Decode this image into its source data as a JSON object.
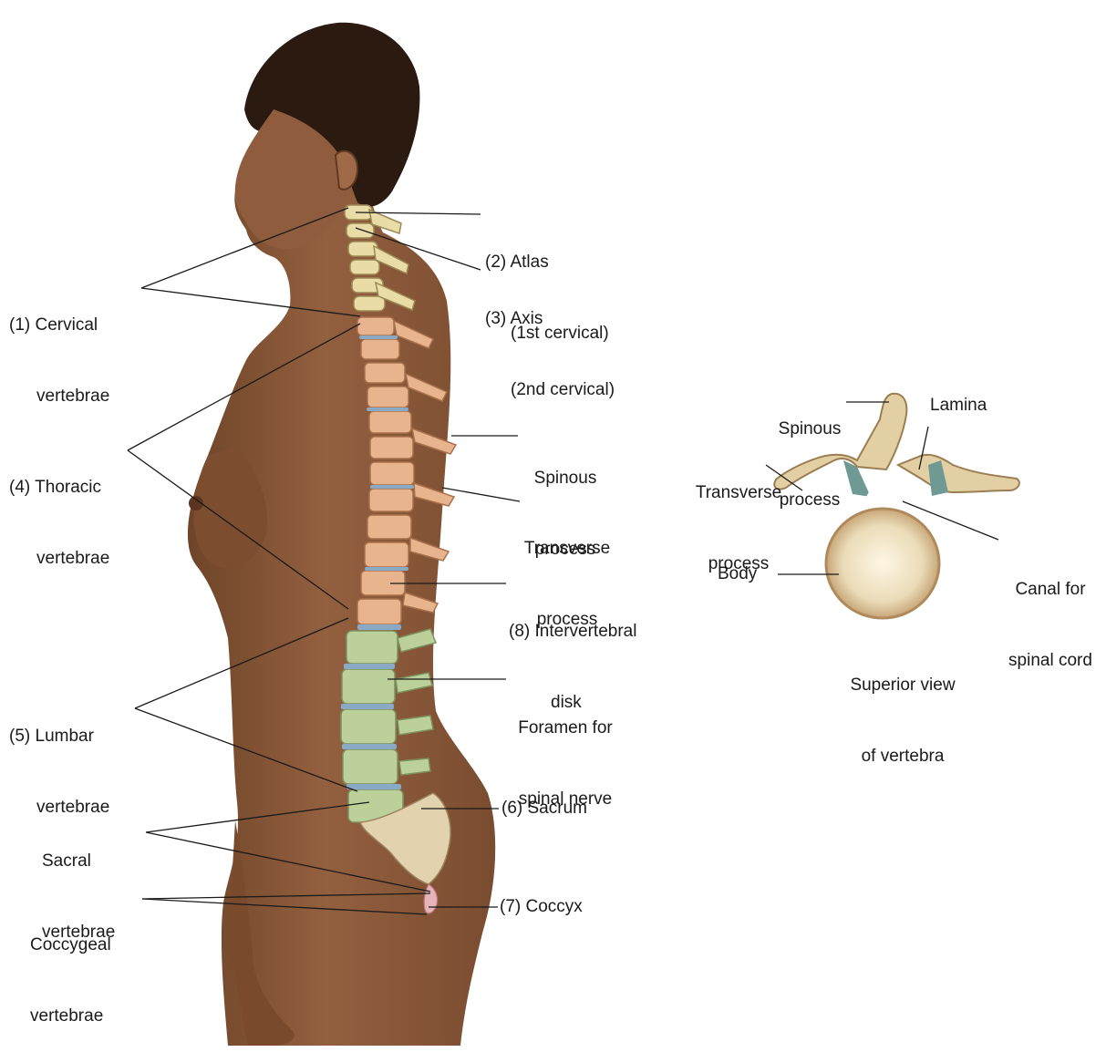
{
  "left_labels": {
    "cervical": [
      "(1) Cervical",
      "vertebrae"
    ],
    "thoracic": [
      "(4) Thoracic",
      "vertebrae"
    ],
    "lumbar": [
      "(5) Lumbar",
      "vertebrae"
    ],
    "sacral": [
      "Sacral",
      "vertebrae"
    ],
    "coccygeal": [
      "Coccygeal",
      "vertebrae"
    ]
  },
  "right_labels": {
    "atlas": [
      "(2) Atlas",
      "(1st cervical)"
    ],
    "axis": [
      "(3) Axis",
      "(2nd cervical)"
    ],
    "spinous_process": [
      "Spinous",
      "process"
    ],
    "transverse_process": [
      "Transverse",
      "process"
    ],
    "intervertebral_disk": [
      "(8) Intervertebral",
      "disk"
    ],
    "foramen": [
      "Foramen for",
      "spinal nerve"
    ],
    "sacrum": "(6) Sacrum",
    "coccyx": "(7) Coccyx"
  },
  "inset": {
    "spinous_process": [
      "Spinous",
      "process"
    ],
    "lamina": "Lamina",
    "transverse_process": [
      "Transverse",
      "process"
    ],
    "canal": [
      "Canal for",
      "spinal cord"
    ],
    "body": "Body",
    "caption": [
      "Superior view",
      "of vertebra"
    ]
  },
  "colors": {
    "skin": "#8a5a3a",
    "skin_shadow": "#6e4428",
    "hair": "#2b1a10",
    "cervical_bone": "#e9dca6",
    "thoracic_bone": "#e8b48e",
    "lumbar_bone": "#bcd19a",
    "sacral_bone": "#e2d2ad",
    "disk": "#8aa9c4",
    "coccyx": "#e6b3b8",
    "leader_line": "#1a1a1a"
  }
}
